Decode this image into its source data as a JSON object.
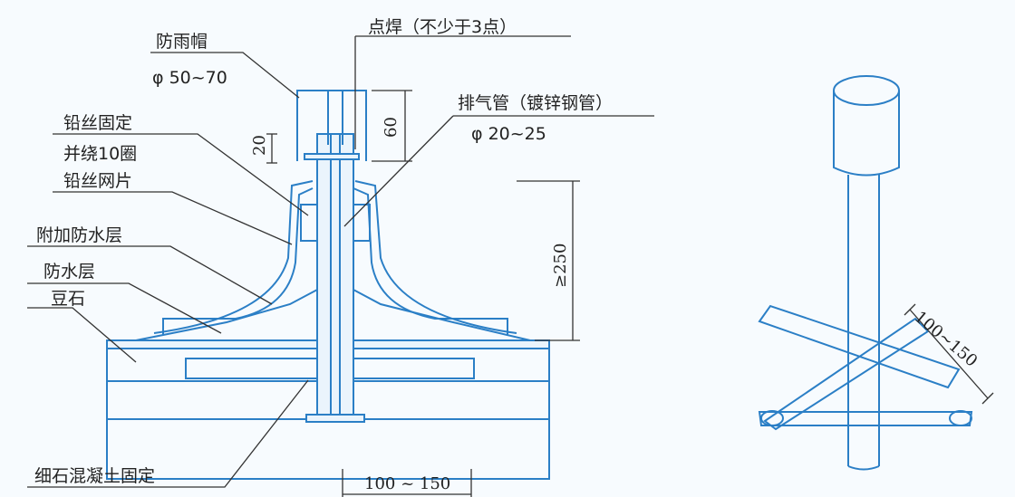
{
  "labels": {
    "rain_cap": "防雨帽",
    "rain_cap_dia": "φ 50~70",
    "spot_weld": "点焊（不少于3点）",
    "vent_pipe": "排气管（镀锌钢管）",
    "vent_pipe_dia": "φ 20~25",
    "wire_fix": "铅丝固定",
    "wire_wrap": "并绕10圈",
    "wire_mesh": "铅丝网片",
    "extra_waterproof": "附加防水层",
    "waterproof": "防水层",
    "pea_gravel": "豆石",
    "fine_concrete": "细石混凝土固定"
  },
  "dims": {
    "d20": "20",
    "d60": "60",
    "d250": "≥250",
    "d100_150_bottom": "100 ~ 150",
    "d100_150_right": "100~150"
  },
  "colors": {
    "line": "#2b7fc6",
    "fill": "#eaf4fc",
    "text": "#222222"
  }
}
